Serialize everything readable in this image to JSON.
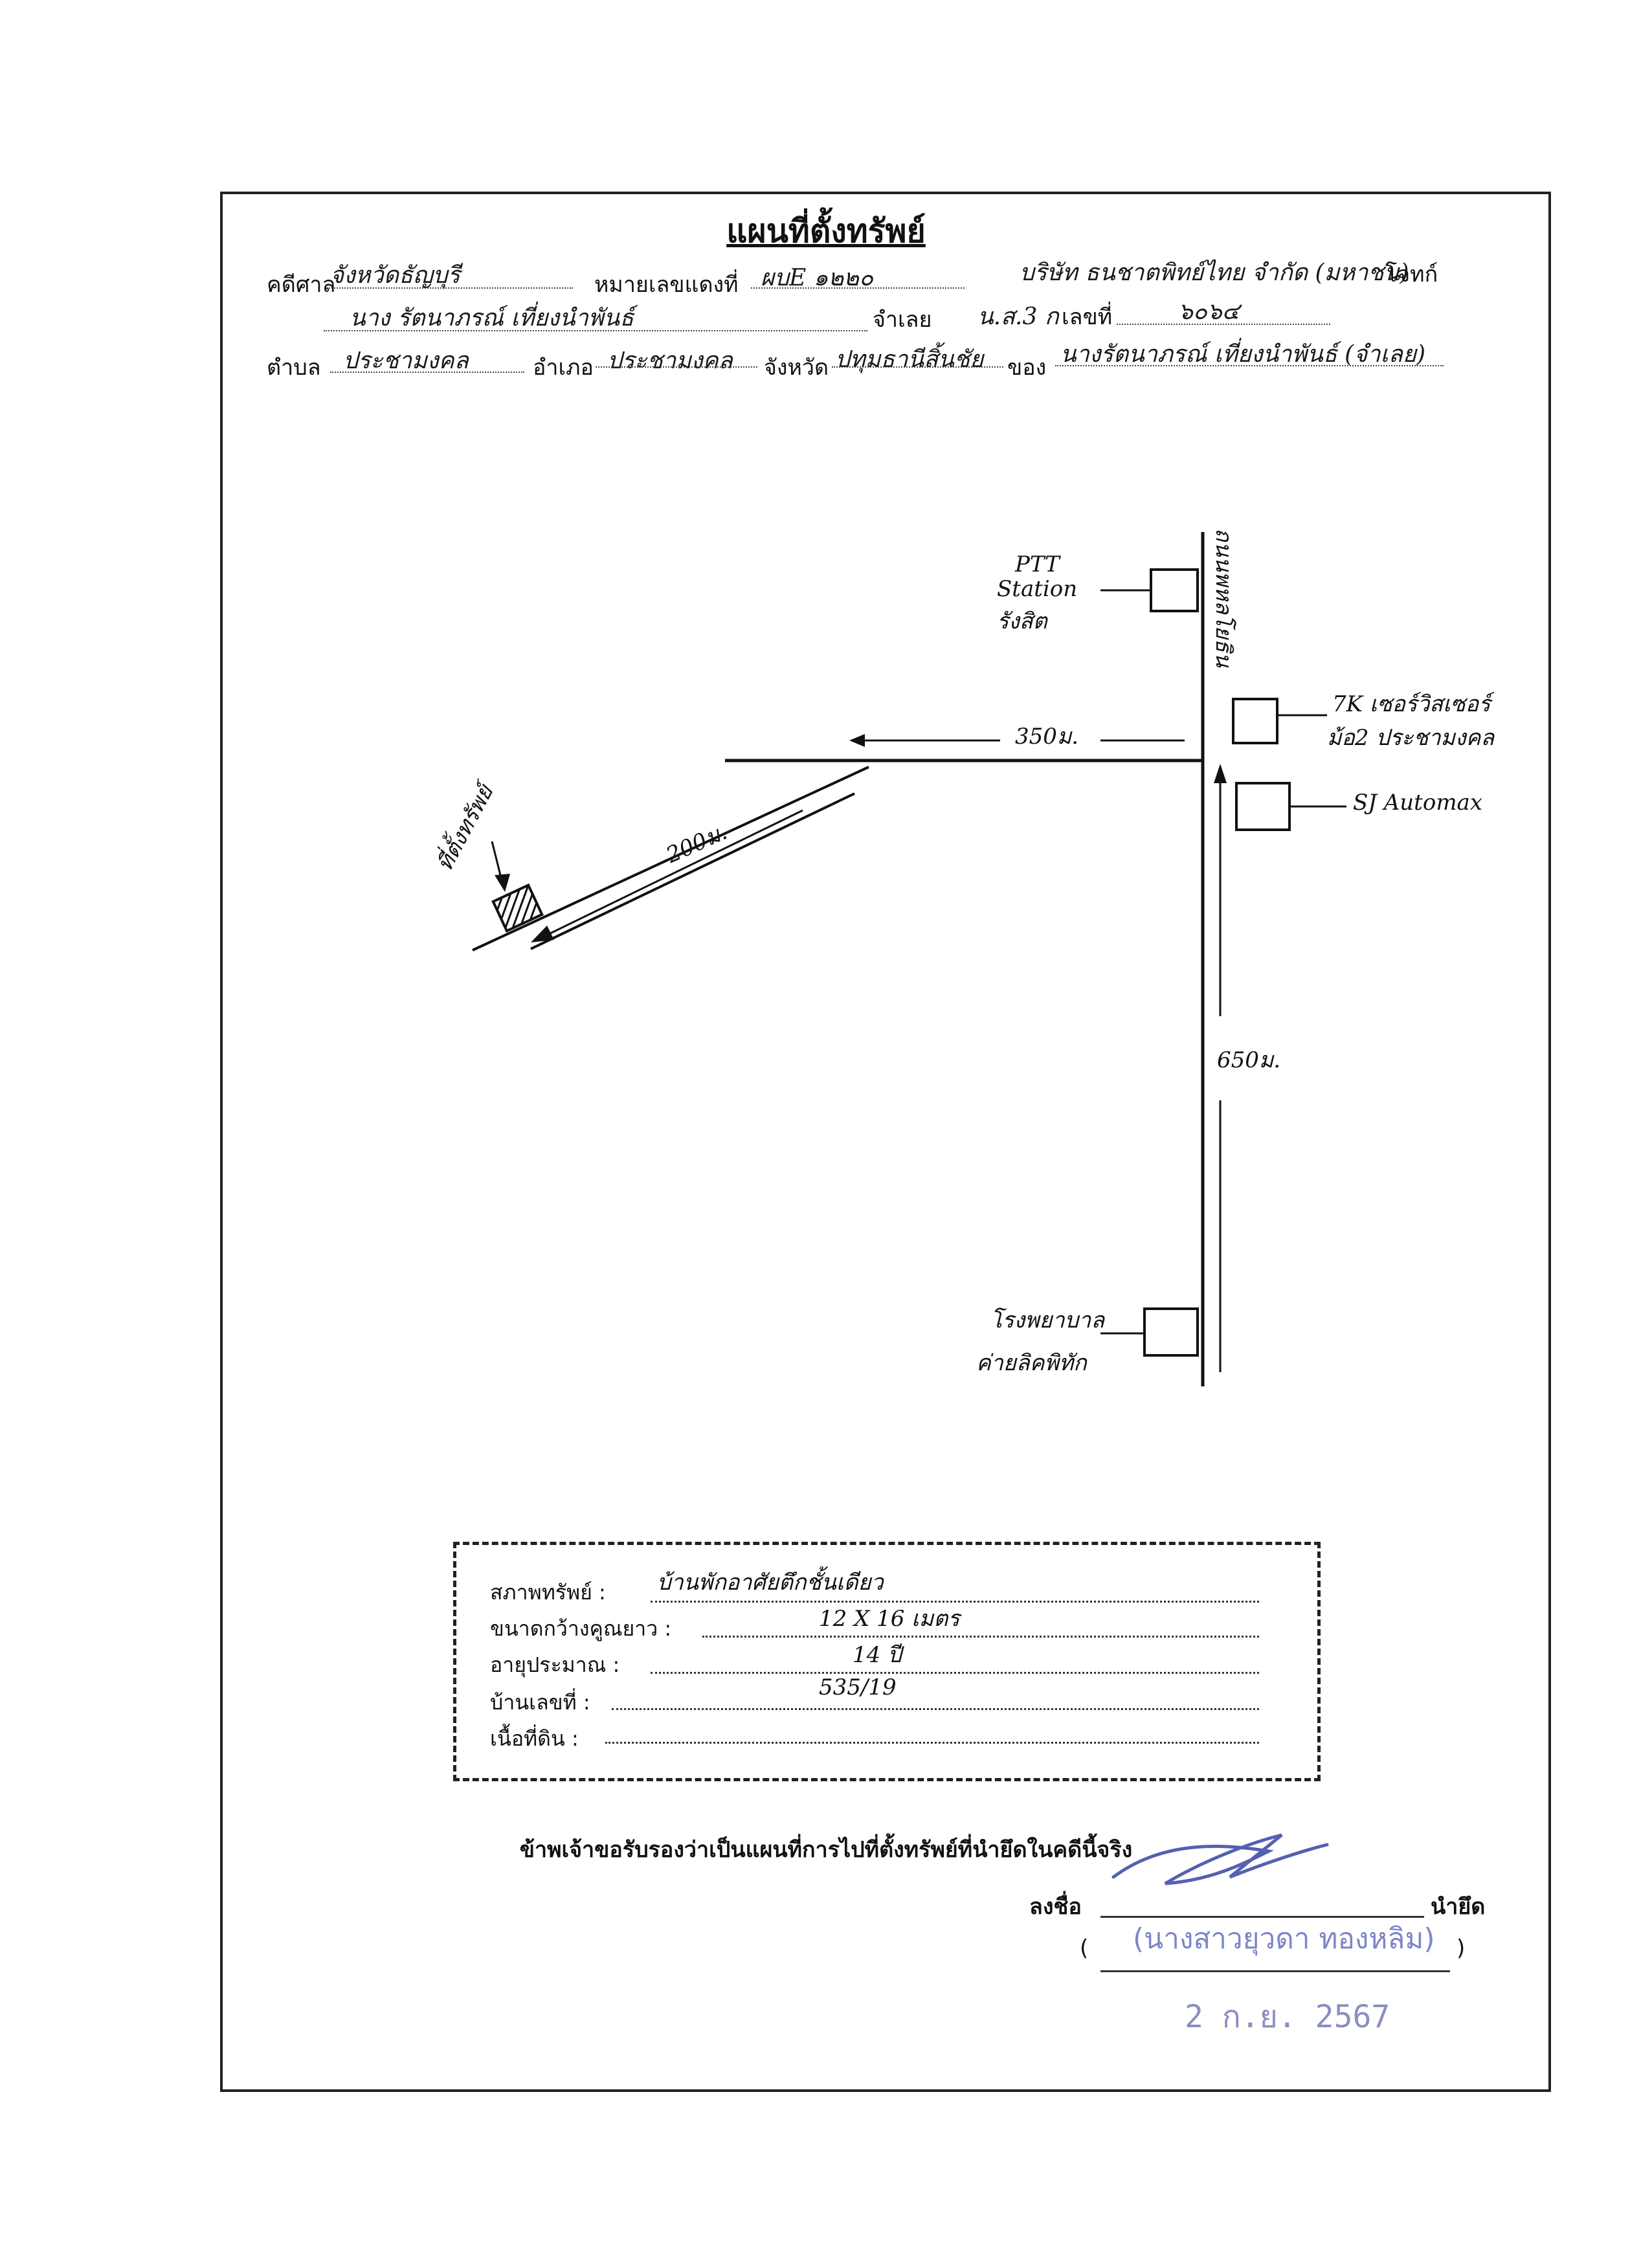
{
  "title": "แผนที่ตั้งทรัพย์",
  "header": {
    "court_label": "คดีศาล",
    "court_value": "จังหวัดธัญบุรี",
    "case_label": "หมายเลขแดงที่",
    "case_value": "ผบE ๑๒๒๐",
    "plaintiff_value": "บริษัท ธนชาตพิทย์ไทย จำกัด (มหาชน)",
    "plaintiff_suffix": "โจทก์",
    "defendant_value": "นาง รัตนาภรณ์   เที่ยงนำพันธ์",
    "defendant_label": "จำเลย",
    "deed_value": "น.ส.3 ก",
    "number_label": "เลขที่",
    "number_value": "๖๐๖๔",
    "subdistrict_label": "ตำบล",
    "subdistrict_value": "ประชามงคล",
    "district_label": "อำเภอ",
    "district_value": "ประชามงคล",
    "province_label": "จังหวัด",
    "province_value": "ปทุมธานีสิ้นชัย",
    "of_label": "ของ",
    "owner_value": "นางรัตนาภรณ์   เที่ยงนำพันธ์ (จำเลย)"
  },
  "map": {
    "road_name": "ถนนพหลโยธิน",
    "ptt_label_1": "PTT",
    "ptt_label_2": "Station",
    "ptt_label_3": "รังสิต",
    "shop_label_1": "7K เซอร์วิสเซอร์",
    "shop_label_2": "ม้อ2 ประชามงคล",
    "automax_label": "SJ Automax",
    "dist_side": "350ม.",
    "dist_main": "650ม.",
    "dist_diag": "200ม.",
    "target_label": "ที่ตั้งทรัพย์",
    "hospital_label_1": "โรงพยาบาล",
    "hospital_label_2": "ค่ายลิคพิทัก"
  },
  "info": {
    "condition_label": "สภาพทรัพย์ :",
    "condition_value": "บ้านพักอาศัยตึกชั้นเดียว",
    "size_label": "ขนาดกว้างคูณยาว :",
    "size_value": "12 X 16 เมตร",
    "age_label": "อายุประมาณ :",
    "age_value": "14 ปี",
    "house_no_label": "บ้านเลขที่ :",
    "house_no_value": "535/19",
    "land_label": "เนื้อที่ดิน :",
    "land_value": ""
  },
  "certification": "ข้าพเจ้าขอรับรองว่าเป็นแผนที่การไปที่ตั้งทรัพย์ที่นำยึดในคดีนี้จริง",
  "signature": {
    "sign_label": "ลงชื่อ",
    "role_label": "นำยึด",
    "open_paren": "(",
    "close_paren": ")",
    "name_stamp": "(นางสาวยุวดา ทองหลิม)",
    "date_stamp": "2 ก.ย. 2567"
  }
}
